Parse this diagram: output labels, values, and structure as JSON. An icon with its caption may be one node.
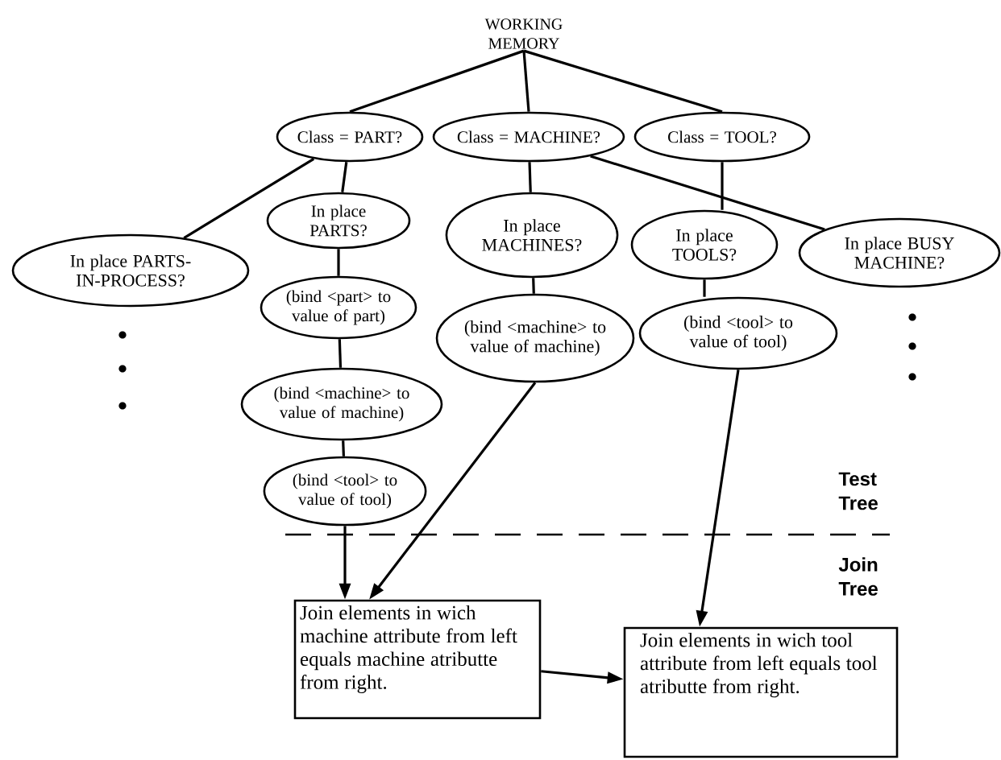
{
  "diagram": {
    "nodes": [
      {
        "text": [
          "WORKING MEMORY"
        ]
      },
      {
        "text": [
          "Class = PART?"
        ]
      },
      {
        "text": [
          "Class = MACHINE?"
        ]
      },
      {
        "text": [
          "Class = TOOL?"
        ]
      },
      {
        "text": [
          "In place PARTS-IN-PROCESS?"
        ]
      },
      {
        "text": [
          "In place PARTS?"
        ]
      },
      {
        "text": [
          "(bind <part> to value of part)"
        ]
      },
      {
        "text": [
          "(bind <machine> to value of machine)"
        ]
      },
      {
        "text": [
          "(bind <tool> to value of tool)"
        ]
      },
      {
        "text": [
          "In place MACHINES?"
        ]
      },
      {
        "text": [
          "(bind <machine> to value of machine)"
        ]
      },
      {
        "text": [
          "In place TOOLS?"
        ]
      },
      {
        "text": [
          "In place BUSY MACHINE?"
        ]
      },
      {
        "text": [
          "(bind <tool> to value of tool)"
        ]
      },
      {
        "text": [
          "Join elements in wich machine attribute from left equals machine atributte from right."
        ]
      },
      {
        "text": [
          "Join elements in wich tool attribute from left equals tool atributte from right."
        ]
      }
    ],
    "edges": [
      {
        "from": 0,
        "to": 1,
        "arrow": "none"
      },
      {
        "from": 0,
        "to": 2,
        "arrow": "none"
      },
      {
        "from": 0,
        "to": 3,
        "arrow": "none"
      },
      {
        "from": 1,
        "to": 4,
        "arrow": "none"
      },
      {
        "from": 1,
        "to": 5,
        "arrow": "none"
      },
      {
        "from": 5,
        "to": 6,
        "arrow": "none"
      },
      {
        "from": 6,
        "to": 7,
        "arrow": "none"
      },
      {
        "from": 7,
        "to": 8,
        "arrow": "none"
      },
      {
        "from": 8,
        "to": 14,
        "arrow": "to"
      },
      {
        "from": 2,
        "to": 9,
        "arrow": "none"
      },
      {
        "from": 9,
        "to": 10,
        "arrow": "none"
      },
      {
        "from": 10,
        "to": 14,
        "arrow": "to"
      },
      {
        "from": 2,
        "to": 12,
        "arrow": "none"
      },
      {
        "from": 3,
        "to": 11,
        "arrow": "none"
      },
      {
        "from": 11,
        "to": 13,
        "arrow": "none"
      },
      {
        "from": 13,
        "to": 15,
        "arrow": "to"
      },
      {
        "from": 14,
        "to": 15,
        "arrow": "to"
      }
    ],
    "labels": [
      "Test Tree",
      "Join Tree"
    ]
  }
}
